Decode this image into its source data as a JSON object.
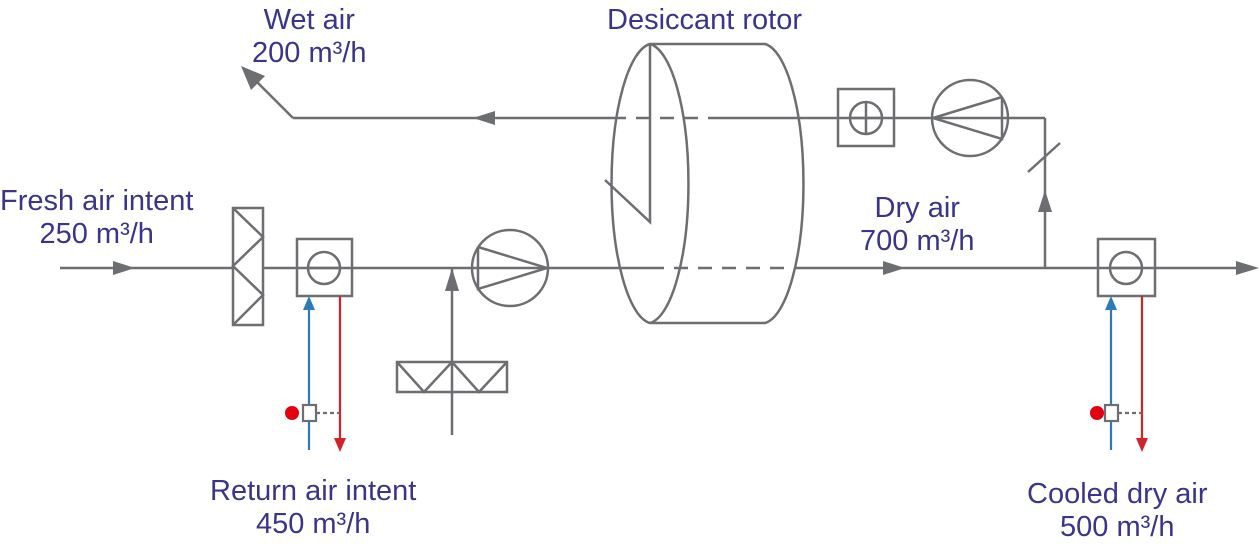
{
  "labels": {
    "wet_air": {
      "name": "Wet air",
      "flow": "200 m³/h"
    },
    "desiccant_rotor": {
      "name": "Desiccant rotor"
    },
    "fresh_air": {
      "name": "Fresh air intent",
      "flow": "250 m³/h"
    },
    "dry_air": {
      "name": "Dry air",
      "flow": "700 m³/h"
    },
    "return_air": {
      "name": "Return air intent",
      "flow": "450 m³/h"
    },
    "cooled_dry_air": {
      "name": "Cooled dry air",
      "flow": "500 m³/h"
    }
  },
  "colors": {
    "line": "#6d6e71",
    "text": "#3a3588",
    "supply_pipe": "#2e7ab8",
    "return_pipe": "#d3222a",
    "valve_dot": "#e3000f"
  }
}
